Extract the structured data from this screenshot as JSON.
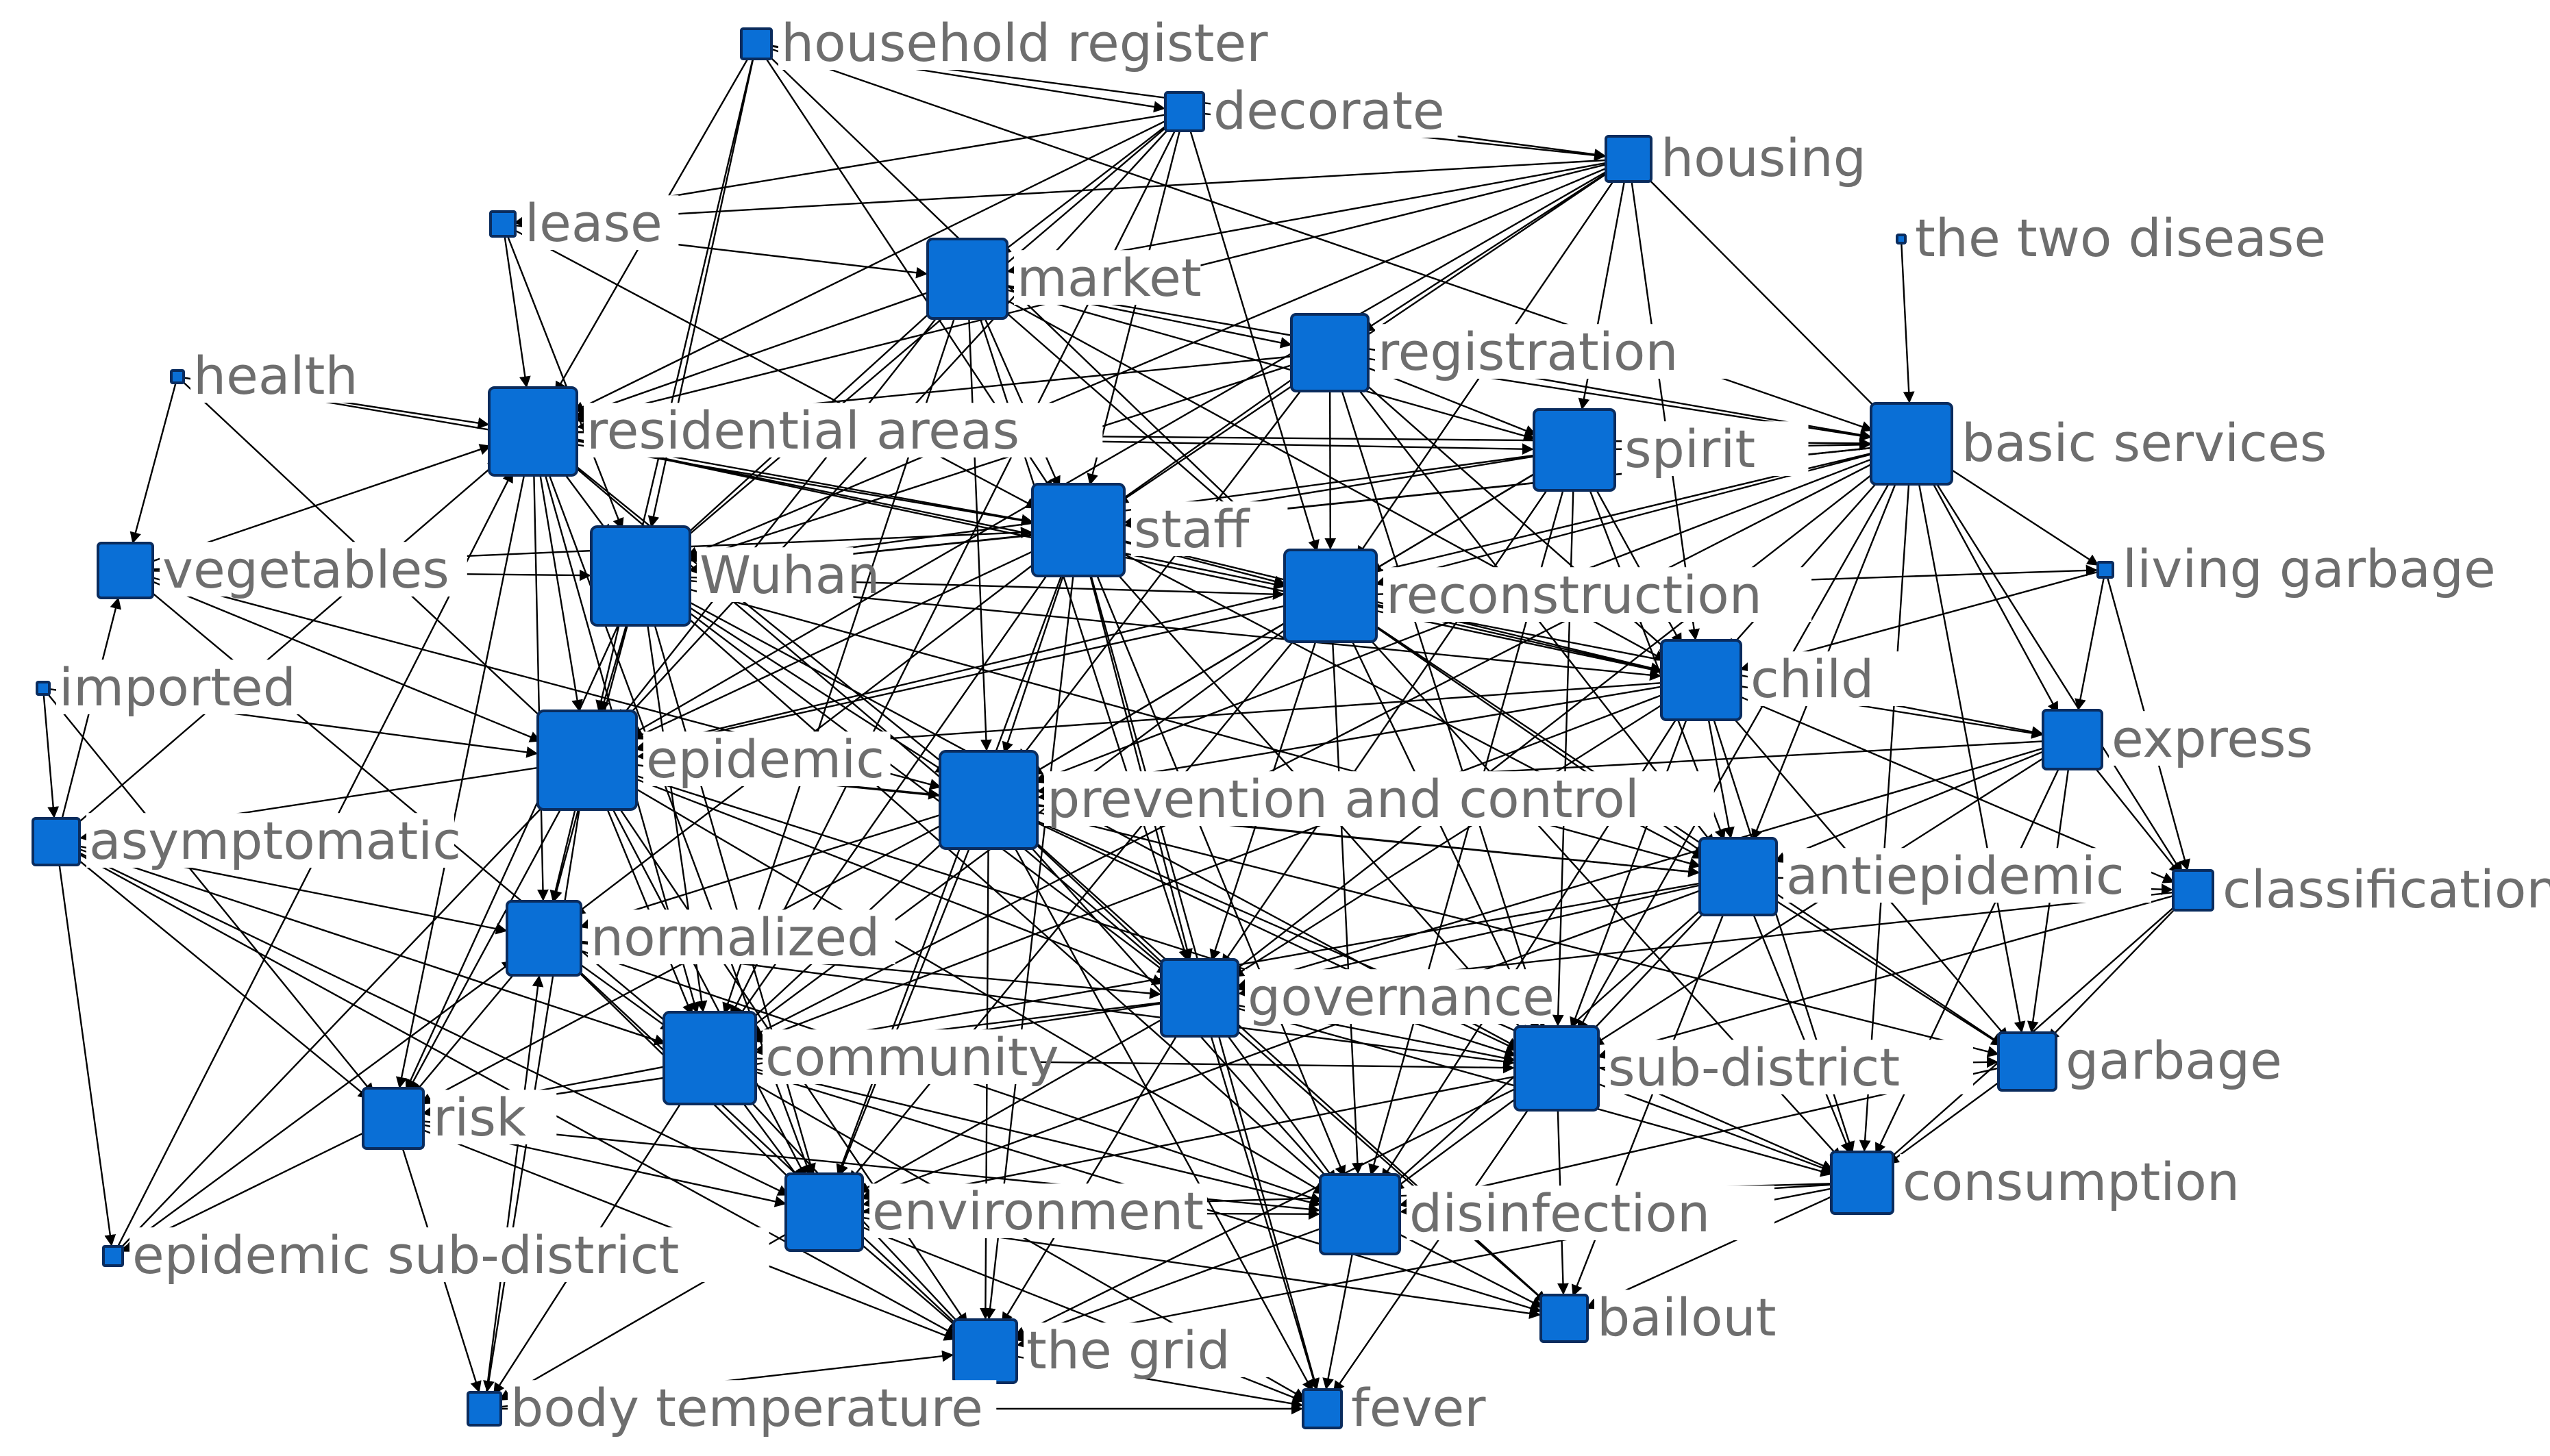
{
  "diagram": {
    "type": "network",
    "node_color": "#0a6fd6",
    "edge_color": "#000000",
    "label_color": "#6e6e6e",
    "nodes": [
      {
        "id": "household_register",
        "label": "household register"
      },
      {
        "id": "decorate",
        "label": "decorate"
      },
      {
        "id": "housing",
        "label": "housing"
      },
      {
        "id": "lease",
        "label": "lease"
      },
      {
        "id": "market",
        "label": "market"
      },
      {
        "id": "the_two_disease",
        "label": "the two disease"
      },
      {
        "id": "registration",
        "label": "registration"
      },
      {
        "id": "health",
        "label": "health"
      },
      {
        "id": "residential_areas",
        "label": "residential areas"
      },
      {
        "id": "spirit",
        "label": "spirit"
      },
      {
        "id": "basic_services",
        "label": "basic services"
      },
      {
        "id": "staff",
        "label": "staff"
      },
      {
        "id": "vegetables",
        "label": "vegetables"
      },
      {
        "id": "wuhan",
        "label": "Wuhan"
      },
      {
        "id": "reconstruction",
        "label": "reconstruction"
      },
      {
        "id": "living_garbage",
        "label": "living garbage"
      },
      {
        "id": "imported",
        "label": "imported"
      },
      {
        "id": "child",
        "label": "child"
      },
      {
        "id": "epidemic",
        "label": "epidemic"
      },
      {
        "id": "express",
        "label": "express"
      },
      {
        "id": "prevention_and_control",
        "label": "prevention and control"
      },
      {
        "id": "asymptomatic",
        "label": "asymptomatic"
      },
      {
        "id": "antiepidemic",
        "label": "antiepidemic"
      },
      {
        "id": "classification",
        "label": "classification"
      },
      {
        "id": "normalized",
        "label": "normalized"
      },
      {
        "id": "governance",
        "label": "governance"
      },
      {
        "id": "community",
        "label": "community"
      },
      {
        "id": "sub_district",
        "label": "sub-district"
      },
      {
        "id": "garbage",
        "label": "garbage"
      },
      {
        "id": "risk",
        "label": "risk"
      },
      {
        "id": "consumption",
        "label": "consumption"
      },
      {
        "id": "environment",
        "label": "environment"
      },
      {
        "id": "disinfection",
        "label": "disinfection"
      },
      {
        "id": "epidemic_sub_district",
        "label": "epidemic sub-district"
      },
      {
        "id": "bailout",
        "label": "bailout"
      },
      {
        "id": "the_grid",
        "label": "the grid"
      },
      {
        "id": "body_temperature",
        "label": "body temperature"
      },
      {
        "id": "fever",
        "label": "fever"
      }
    ],
    "edges": [
      [
        "household_register",
        "residential_areas"
      ],
      [
        "household_register",
        "wuhan"
      ],
      [
        "household_register",
        "staff"
      ],
      [
        "household_register",
        "basic_services"
      ],
      [
        "household_register",
        "housing"
      ],
      [
        "household_register",
        "decorate"
      ],
      [
        "household_register",
        "epidemic"
      ],
      [
        "household_register",
        "reconstruction"
      ],
      [
        "decorate",
        "housing"
      ],
      [
        "decorate",
        "residential_areas"
      ],
      [
        "decorate",
        "wuhan"
      ],
      [
        "decorate",
        "staff"
      ],
      [
        "decorate",
        "epidemic"
      ],
      [
        "decorate",
        "community"
      ],
      [
        "decorate",
        "market"
      ],
      [
        "decorate",
        "lease"
      ],
      [
        "decorate",
        "reconstruction"
      ],
      [
        "housing",
        "lease"
      ],
      [
        "housing",
        "market"
      ],
      [
        "housing",
        "residential_areas"
      ],
      [
        "housing",
        "registration"
      ],
      [
        "housing",
        "staff"
      ],
      [
        "housing",
        "wuhan"
      ],
      [
        "housing",
        "basic_services"
      ],
      [
        "housing",
        "spirit"
      ],
      [
        "housing",
        "reconstruction"
      ],
      [
        "housing",
        "epidemic"
      ],
      [
        "housing",
        "child"
      ],
      [
        "lease",
        "residential_areas"
      ],
      [
        "lease",
        "market"
      ],
      [
        "lease",
        "wuhan"
      ],
      [
        "lease",
        "staff"
      ],
      [
        "market",
        "residential_areas"
      ],
      [
        "market",
        "wuhan"
      ],
      [
        "market",
        "staff"
      ],
      [
        "market",
        "reconstruction"
      ],
      [
        "market",
        "registration"
      ],
      [
        "market",
        "spirit"
      ],
      [
        "market",
        "basic_services"
      ],
      [
        "market",
        "epidemic"
      ],
      [
        "market",
        "prevention_and_control"
      ],
      [
        "market",
        "child"
      ],
      [
        "market",
        "community"
      ],
      [
        "market",
        "governance"
      ],
      [
        "the_two_disease",
        "basic_services"
      ],
      [
        "registration",
        "residential_areas"
      ],
      [
        "registration",
        "staff"
      ],
      [
        "registration",
        "reconstruction"
      ],
      [
        "registration",
        "spirit"
      ],
      [
        "registration",
        "basic_services"
      ],
      [
        "registration",
        "wuhan"
      ],
      [
        "registration",
        "prevention_and_control"
      ],
      [
        "registration",
        "child"
      ],
      [
        "registration",
        "antiepidemic"
      ],
      [
        "registration",
        "sub_district"
      ],
      [
        "health",
        "residential_areas"
      ],
      [
        "health",
        "epidemic"
      ],
      [
        "health",
        "staff"
      ],
      [
        "residential_areas",
        "wuhan"
      ],
      [
        "residential_areas",
        "staff"
      ],
      [
        "residential_areas",
        "epidemic"
      ],
      [
        "residential_areas",
        "normalized"
      ],
      [
        "residential_areas",
        "community"
      ],
      [
        "residential_areas",
        "reconstruction"
      ],
      [
        "residential_areas",
        "prevention_and_control"
      ],
      [
        "residential_areas",
        "risk"
      ],
      [
        "residential_areas",
        "child"
      ],
      [
        "residential_areas",
        "spirit"
      ],
      [
        "residential_areas",
        "basic_services"
      ],
      [
        "residential_areas",
        "environment"
      ],
      [
        "residential_areas",
        "governance"
      ],
      [
        "spirit",
        "staff"
      ],
      [
        "spirit",
        "reconstruction"
      ],
      [
        "spirit",
        "basic_services"
      ],
      [
        "spirit",
        "child"
      ],
      [
        "spirit",
        "antiepidemic"
      ],
      [
        "spirit",
        "prevention_and_control"
      ],
      [
        "spirit",
        "sub_district"
      ],
      [
        "spirit",
        "wuhan"
      ],
      [
        "spirit",
        "governance"
      ],
      [
        "spirit",
        "disinfection"
      ],
      [
        "basic_services",
        "living_garbage"
      ],
      [
        "basic_services",
        "express"
      ],
      [
        "basic_services",
        "classification"
      ],
      [
        "basic_services",
        "garbage"
      ],
      [
        "basic_services",
        "child"
      ],
      [
        "basic_services",
        "antiepidemic"
      ],
      [
        "basic_services",
        "staff"
      ],
      [
        "basic_services",
        "reconstruction"
      ],
      [
        "basic_services",
        "prevention_and_control"
      ],
      [
        "basic_services",
        "sub_district"
      ],
      [
        "basic_services",
        "consumption"
      ],
      [
        "basic_services",
        "community"
      ],
      [
        "basic_services",
        "wuhan"
      ],
      [
        "basic_services",
        "governance"
      ],
      [
        "basic_services",
        "epidemic"
      ],
      [
        "staff",
        "wuhan"
      ],
      [
        "staff",
        "reconstruction"
      ],
      [
        "staff",
        "epidemic"
      ],
      [
        "staff",
        "prevention_and_control"
      ],
      [
        "staff",
        "child"
      ],
      [
        "staff",
        "antiepidemic"
      ],
      [
        "staff",
        "community"
      ],
      [
        "staff",
        "governance"
      ],
      [
        "staff",
        "sub_district"
      ],
      [
        "staff",
        "normalized"
      ],
      [
        "staff",
        "environment"
      ],
      [
        "staff",
        "disinfection"
      ],
      [
        "staff",
        "the_grid"
      ],
      [
        "staff",
        "fever"
      ],
      [
        "vegetables",
        "residential_areas"
      ],
      [
        "vegetables",
        "wuhan"
      ],
      [
        "vegetables",
        "epidemic"
      ],
      [
        "vegetables",
        "staff"
      ],
      [
        "vegetables",
        "community"
      ],
      [
        "vegetables",
        "prevention_and_control"
      ],
      [
        "wuhan",
        "epidemic"
      ],
      [
        "wuhan",
        "reconstruction"
      ],
      [
        "wuhan",
        "prevention_and_control"
      ],
      [
        "wuhan",
        "normalized"
      ],
      [
        "wuhan",
        "community"
      ],
      [
        "wuhan",
        "child"
      ],
      [
        "wuhan",
        "antiepidemic"
      ],
      [
        "wuhan",
        "governance"
      ],
      [
        "wuhan",
        "sub_district"
      ],
      [
        "wuhan",
        "risk"
      ],
      [
        "wuhan",
        "environment"
      ],
      [
        "wuhan",
        "disinfection"
      ],
      [
        "reconstruction",
        "child"
      ],
      [
        "reconstruction",
        "prevention_and_control"
      ],
      [
        "reconstruction",
        "antiepidemic"
      ],
      [
        "reconstruction",
        "epidemic"
      ],
      [
        "reconstruction",
        "governance"
      ],
      [
        "reconstruction",
        "sub_district"
      ],
      [
        "reconstruction",
        "community"
      ],
      [
        "reconstruction",
        "disinfection"
      ],
      [
        "reconstruction",
        "express"
      ],
      [
        "reconstruction",
        "living_garbage"
      ],
      [
        "reconstruction",
        "garbage"
      ],
      [
        "reconstruction",
        "consumption"
      ],
      [
        "reconstruction",
        "environment"
      ],
      [
        "living_garbage",
        "express"
      ],
      [
        "living_garbage",
        "classification"
      ],
      [
        "living_garbage",
        "child"
      ],
      [
        "imported",
        "asymptomatic"
      ],
      [
        "imported",
        "epidemic"
      ],
      [
        "imported",
        "risk"
      ],
      [
        "child",
        "express"
      ],
      [
        "child",
        "antiepidemic"
      ],
      [
        "child",
        "prevention_and_control"
      ],
      [
        "child",
        "sub_district"
      ],
      [
        "child",
        "garbage"
      ],
      [
        "child",
        "classification"
      ],
      [
        "child",
        "governance"
      ],
      [
        "child",
        "consumption"
      ],
      [
        "child",
        "epidemic"
      ],
      [
        "child",
        "community"
      ],
      [
        "child",
        "disinfection"
      ],
      [
        "epidemic",
        "prevention_and_control"
      ],
      [
        "epidemic",
        "normalized"
      ],
      [
        "epidemic",
        "community"
      ],
      [
        "epidemic",
        "risk"
      ],
      [
        "epidemic",
        "governance"
      ],
      [
        "epidemic",
        "antiepidemic"
      ],
      [
        "epidemic",
        "sub_district"
      ],
      [
        "epidemic",
        "environment"
      ],
      [
        "epidemic",
        "disinfection"
      ],
      [
        "epidemic",
        "asymptomatic"
      ],
      [
        "epidemic",
        "the_grid"
      ],
      [
        "epidemic",
        "body_temperature"
      ],
      [
        "express",
        "classification"
      ],
      [
        "express",
        "garbage"
      ],
      [
        "express",
        "consumption"
      ],
      [
        "express",
        "antiepidemic"
      ],
      [
        "express",
        "sub_district"
      ],
      [
        "express",
        "prevention_and_control"
      ],
      [
        "express",
        "governance"
      ],
      [
        "prevention_and_control",
        "normalized"
      ],
      [
        "prevention_and_control",
        "community"
      ],
      [
        "prevention_and_control",
        "antiepidemic"
      ],
      [
        "prevention_and_control",
        "governance"
      ],
      [
        "prevention_and_control",
        "sub_district"
      ],
      [
        "prevention_and_control",
        "risk"
      ],
      [
        "prevention_and_control",
        "environment"
      ],
      [
        "prevention_and_control",
        "disinfection"
      ],
      [
        "prevention_and_control",
        "the_grid"
      ],
      [
        "prevention_and_control",
        "fever"
      ],
      [
        "prevention_and_control",
        "bailout"
      ],
      [
        "prevention_and_control",
        "consumption"
      ],
      [
        "prevention_and_control",
        "garbage"
      ],
      [
        "asymptomatic",
        "normalized"
      ],
      [
        "asymptomatic",
        "risk"
      ],
      [
        "asymptomatic",
        "epidemic_sub_district"
      ],
      [
        "asymptomatic",
        "community"
      ],
      [
        "asymptomatic",
        "environment"
      ],
      [
        "asymptomatic",
        "the_grid"
      ],
      [
        "asymptomatic",
        "vegetables"
      ],
      [
        "asymptomatic",
        "residential_areas"
      ],
      [
        "antiepidemic",
        "sub_district"
      ],
      [
        "antiepidemic",
        "classification"
      ],
      [
        "antiepidemic",
        "garbage"
      ],
      [
        "antiepidemic",
        "governance"
      ],
      [
        "antiepidemic",
        "community"
      ],
      [
        "antiepidemic",
        "consumption"
      ],
      [
        "antiepidemic",
        "disinfection"
      ],
      [
        "antiepidemic",
        "environment"
      ],
      [
        "antiepidemic",
        "bailout"
      ],
      [
        "classification",
        "garbage"
      ],
      [
        "classification",
        "consumption"
      ],
      [
        "classification",
        "sub_district"
      ],
      [
        "classification",
        "governance"
      ],
      [
        "normalized",
        "community"
      ],
      [
        "normalized",
        "risk"
      ],
      [
        "normalized",
        "governance"
      ],
      [
        "normalized",
        "environment"
      ],
      [
        "normalized",
        "disinfection"
      ],
      [
        "normalized",
        "the_grid"
      ],
      [
        "normalized",
        "sub_district"
      ],
      [
        "governance",
        "community"
      ],
      [
        "governance",
        "sub_district"
      ],
      [
        "governance",
        "environment"
      ],
      [
        "governance",
        "disinfection"
      ],
      [
        "governance",
        "the_grid"
      ],
      [
        "governance",
        "fever"
      ],
      [
        "governance",
        "bailout"
      ],
      [
        "governance",
        "consumption"
      ],
      [
        "governance",
        "risk"
      ],
      [
        "community",
        "sub_district"
      ],
      [
        "community",
        "risk"
      ],
      [
        "community",
        "environment"
      ],
      [
        "community",
        "disinfection"
      ],
      [
        "community",
        "the_grid"
      ],
      [
        "community",
        "fever"
      ],
      [
        "community",
        "body_temperature"
      ],
      [
        "community",
        "bailout"
      ],
      [
        "sub_district",
        "garbage"
      ],
      [
        "sub_district",
        "consumption"
      ],
      [
        "sub_district",
        "disinfection"
      ],
      [
        "sub_district",
        "environment"
      ],
      [
        "sub_district",
        "bailout"
      ],
      [
        "sub_district",
        "the_grid"
      ],
      [
        "sub_district",
        "fever"
      ],
      [
        "garbage",
        "consumption"
      ],
      [
        "garbage",
        "disinfection"
      ],
      [
        "risk",
        "environment"
      ],
      [
        "risk",
        "epidemic_sub_district"
      ],
      [
        "risk",
        "body_temperature"
      ],
      [
        "risk",
        "the_grid"
      ],
      [
        "risk",
        "disinfection"
      ],
      [
        "consumption",
        "disinfection"
      ],
      [
        "consumption",
        "bailout"
      ],
      [
        "consumption",
        "environment"
      ],
      [
        "consumption",
        "the_grid"
      ],
      [
        "environment",
        "disinfection"
      ],
      [
        "environment",
        "the_grid"
      ],
      [
        "environment",
        "fever"
      ],
      [
        "environment",
        "bailout"
      ],
      [
        "environment",
        "body_temperature"
      ],
      [
        "disinfection",
        "bailout"
      ],
      [
        "disinfection",
        "fever"
      ],
      [
        "disinfection",
        "the_grid"
      ],
      [
        "epidemic_sub_district",
        "residential_areas"
      ],
      [
        "epidemic_sub_district",
        "normalized"
      ],
      [
        "epidemic_sub_district",
        "epidemic"
      ],
      [
        "body_temperature",
        "fever"
      ],
      [
        "body_temperature",
        "normalized"
      ],
      [
        "body_temperature",
        "the_grid"
      ],
      [
        "the_grid",
        "fever"
      ],
      [
        "health",
        "vegetables"
      ]
    ]
  }
}
